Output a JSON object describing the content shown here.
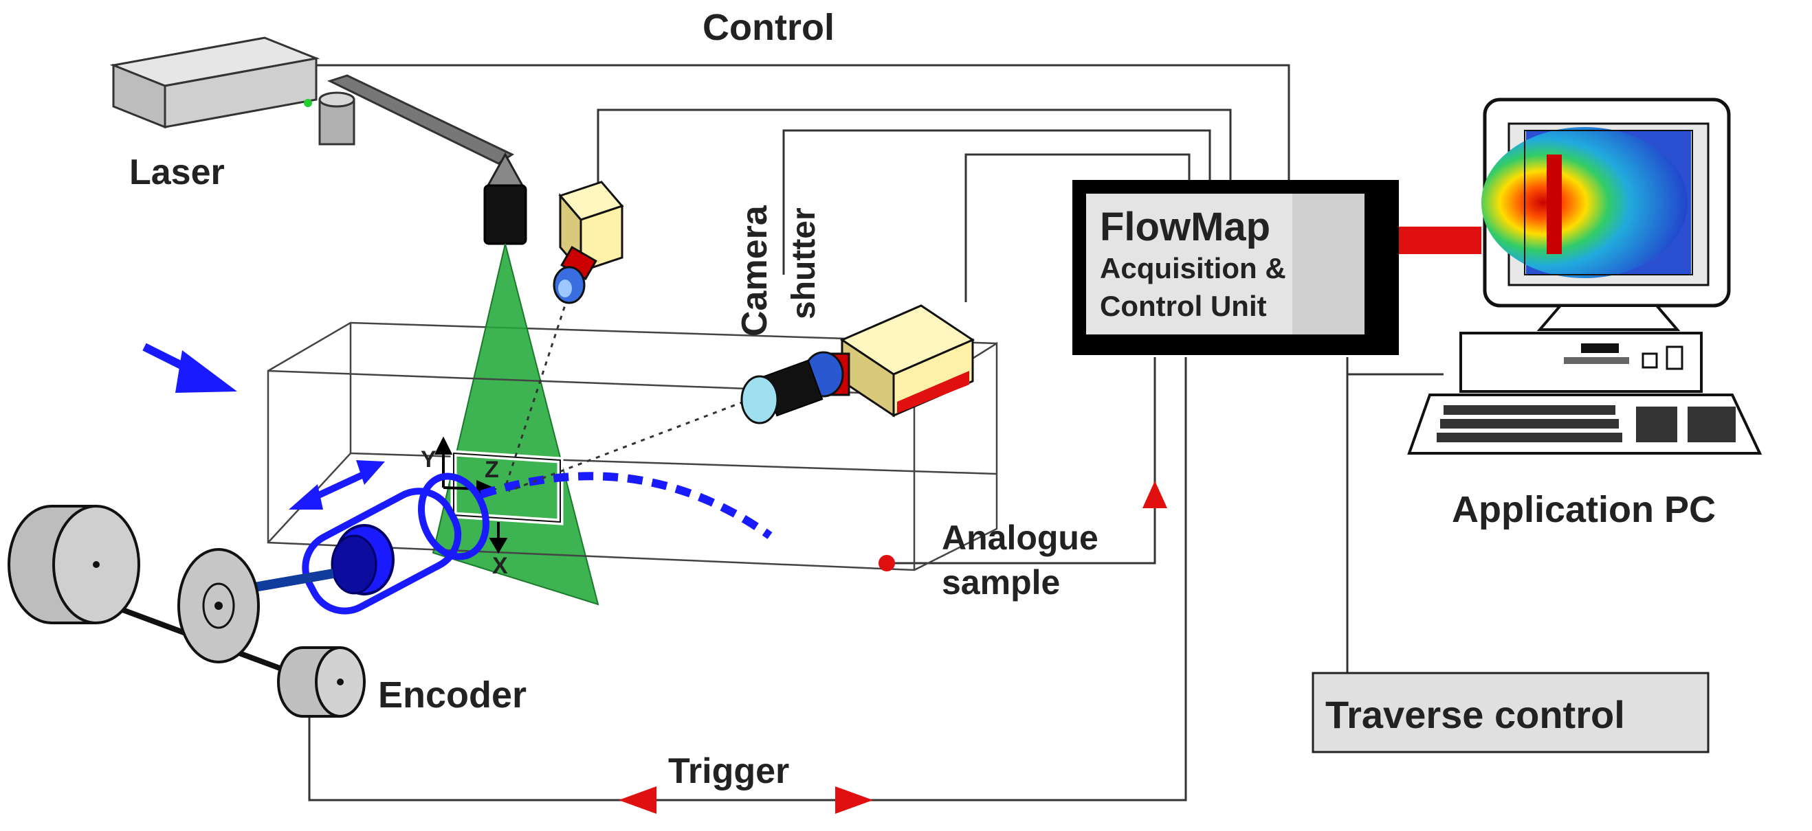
{
  "labels": {
    "control": "Control",
    "laser": "Laser",
    "camera": "Camera",
    "shutter": "shutter",
    "flowmap_title": "FlowMap",
    "flowmap_line2": "Acquisition &",
    "flowmap_line3": "Control Unit",
    "application_pc": "Application PC",
    "analogue": "Analogue",
    "sample": "sample",
    "encoder": "Encoder",
    "trigger": "Trigger",
    "traverse_control": "Traverse control",
    "axis_y": "Y",
    "axis_z": "Z",
    "axis_x": "X"
  },
  "colors": {
    "laser_sheet": "#22a83a",
    "flow_blue": "#1a1aff",
    "signal_red": "#e01010",
    "camera_body": "#fff2a8",
    "unit_frame": "#000000",
    "traverse_box": "#e0e0e0"
  }
}
